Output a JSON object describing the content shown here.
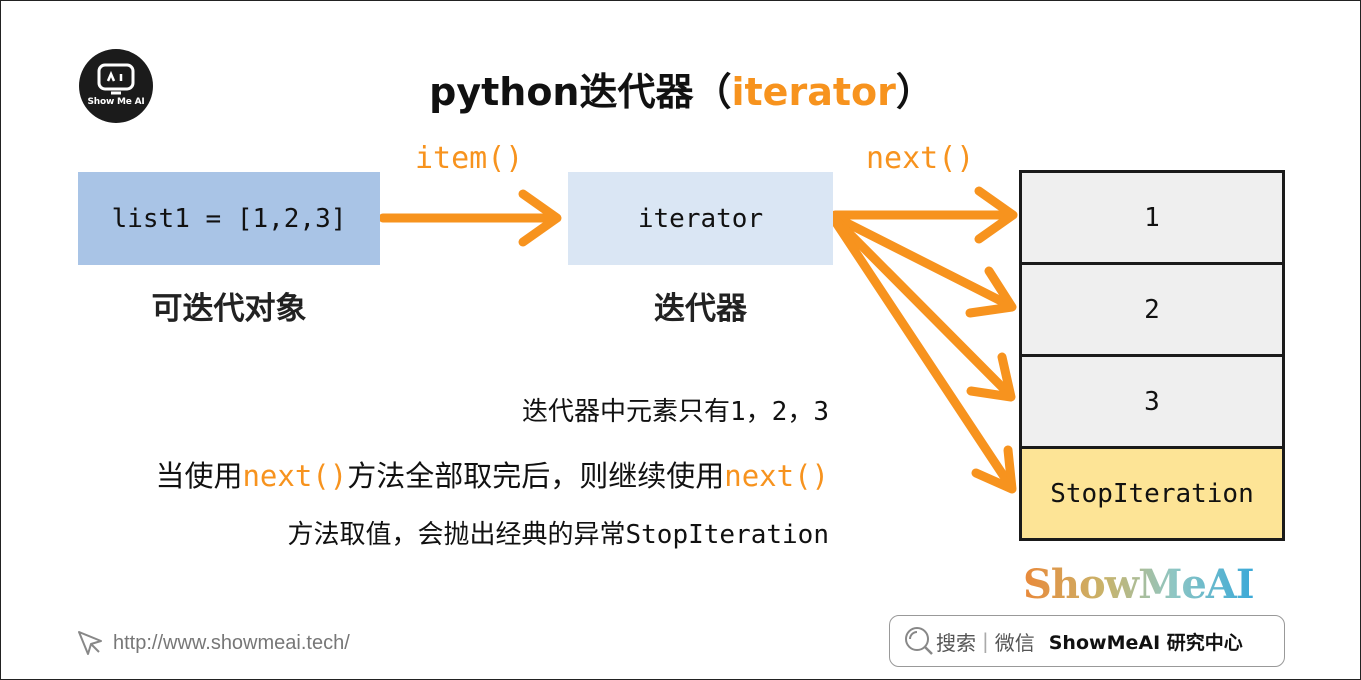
{
  "title": {
    "main": "python迭代器（",
    "accent": "iterator",
    "end": "）"
  },
  "logo": {
    "text": "Show Me AI"
  },
  "iterable": {
    "code": "list1 = [1,2,3]",
    "caption": "可迭代对象"
  },
  "iterator": {
    "code": "iterator",
    "caption": "迭代器"
  },
  "methods": {
    "item": "item()",
    "next": "next()"
  },
  "stack": [
    "1",
    "2",
    "3",
    "StopIteration"
  ],
  "notes": {
    "line1": "迭代器中元素只有1，2，3",
    "line2_a": "当使用",
    "line2_b": "next()",
    "line2_c": "方法全部取完后，则继续使用",
    "line2_d": "next()",
    "line3": "方法取值，会抛出经典的异常StopIteration"
  },
  "brand": "ShowMeAI",
  "footer": {
    "url": "http://www.showmeai.tech/",
    "search": "搜索",
    "wechat": "微信",
    "org": "ShowMeAI 研究中心"
  },
  "colors": {
    "accent": "#f7931e",
    "list_box": "#a9c4e6",
    "iter_box": "#dae6f4",
    "stop_cell": "#fde496"
  }
}
